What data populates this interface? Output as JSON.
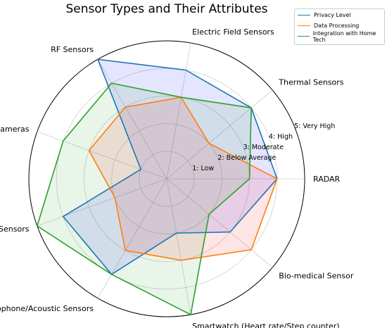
{
  "chart_data": {
    "type": "radar",
    "title": "Sensor Types and Their Attributes",
    "categories": [
      "RADAR",
      "Thermal Sensors",
      "Electric Field Sensors",
      "RF Sensors",
      "Cameras",
      "Infrared Sensors",
      "Microphone/Acoustic Sensors",
      "Smartwatch (Heart rate/Step counter)",
      "Bio-medical Sensor"
    ],
    "radial_ticks": [
      {
        "value": 1,
        "label": "1: Low"
      },
      {
        "value": 2,
        "label": "2: Below Average"
      },
      {
        "value": 3,
        "label": "3: Moderate"
      },
      {
        "value": 4,
        "label": "4: High"
      },
      {
        "value": 5,
        "label": "5: Very High"
      }
    ],
    "rlim": [
      0,
      5
    ],
    "grid": true,
    "legend_position": "top-right",
    "series": [
      {
        "name": "Privacy Level",
        "color": "#1f77b4",
        "fill": "#0000ff",
        "values": [
          4,
          4,
          4,
          5,
          1,
          4,
          4,
          2,
          3
        ]
      },
      {
        "name": "Data Processing",
        "color": "#ff7f0e",
        "fill": "#ff0000",
        "values": [
          4,
          2,
          3,
          3,
          3,
          2,
          3,
          3,
          4
        ]
      },
      {
        "name": "Integration with Home Tech",
        "color": "#2ca02c",
        "fill": "#2ca02c",
        "values": [
          3,
          4,
          3,
          4,
          4,
          5,
          4,
          5,
          2
        ]
      }
    ]
  }
}
